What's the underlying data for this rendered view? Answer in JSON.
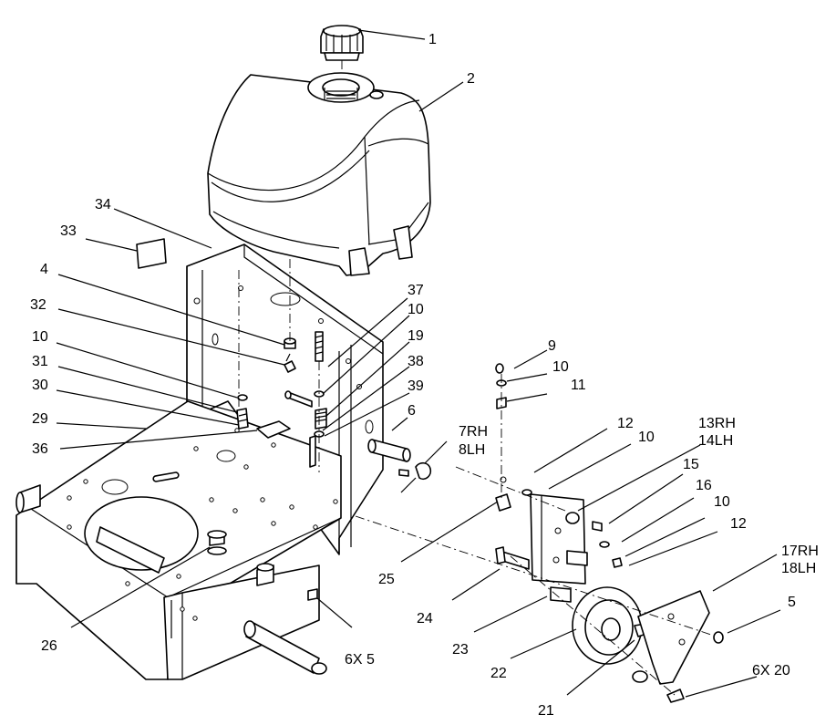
{
  "callouts": [
    "1",
    "2",
    "34",
    "33",
    "4",
    "37",
    "32",
    "10",
    "10",
    "19",
    "31",
    "38",
    "30",
    "39",
    "29",
    "36",
    "6",
    "7RH",
    "8LH",
    "9",
    "10",
    "11",
    "12",
    "10",
    "13RH",
    "14LH",
    "15",
    "16",
    "10",
    "12",
    "17RH",
    "18LH",
    "5",
    "25",
    "24",
    "23",
    "22",
    "21",
    "6X 20",
    "26",
    "6X 5"
  ]
}
